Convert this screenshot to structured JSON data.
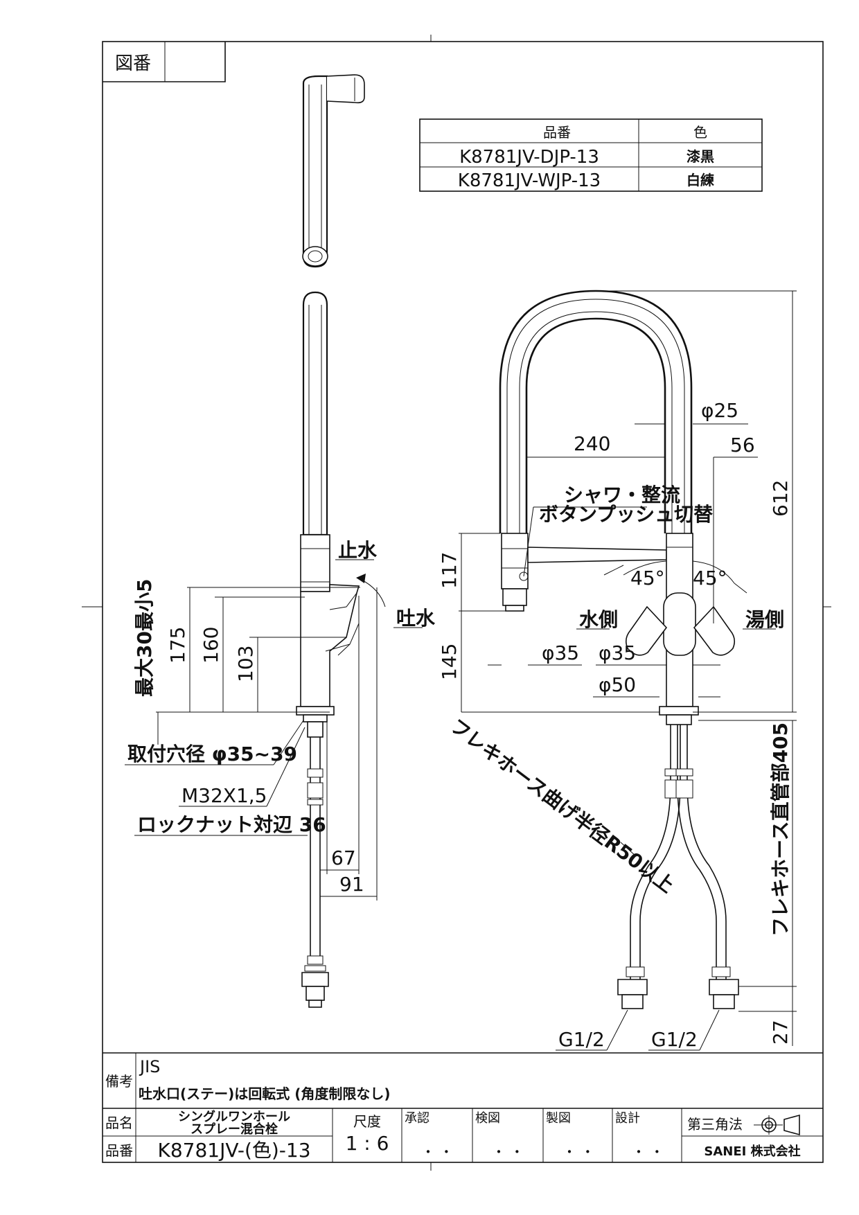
{
  "header": {
    "drawing_no_label": "図番",
    "drawing_no_value": ""
  },
  "spec_table": {
    "col_part": "品番",
    "col_color": "色",
    "rows": [
      {
        "part": "K8781JV-DJP-13",
        "color": "漆黒"
      },
      {
        "part": "K8781JV-WJP-13",
        "color": "白練"
      }
    ]
  },
  "side_view": {
    "stop_label": "止水",
    "spout_label": "吐水",
    "max_min_label": "最大30最小5",
    "dims": {
      "d175": "175",
      "d160": "160",
      "d103": "103",
      "d67": "67",
      "d91": "91"
    },
    "mount_hole": "取付穴径 φ35~39",
    "thread": "M32X1,5",
    "locknut": "ロックナット対辺 36"
  },
  "front_view": {
    "d25": "φ25",
    "d240": "240",
    "d56": "56",
    "d612": "612",
    "shower_note_1": "シャワ・整流",
    "shower_note_2": "ボタンプッシュ切替",
    "d117": "117",
    "d145": "145",
    "angle_left": "45°",
    "angle_right": "45°",
    "cold_label": "水側",
    "hot_label": "湯側",
    "d35a": "φ35",
    "d35b": "φ35",
    "d50": "φ50",
    "hose_bend": "フレキホース曲げ半径R50以上",
    "hose_straight": "フレキホース直管部405",
    "conn_left": "G1/2",
    "conn_right": "G1/2",
    "d27": "27"
  },
  "notes": {
    "label": "備考",
    "line1": "JIS",
    "line2": "吐水口(ステー)は回転式 (角度制限なし)"
  },
  "title_block": {
    "name_label": "品名",
    "name_line1": "シングルワンホール",
    "name_line2": "スプレー混合栓",
    "scale_label": "尺度",
    "scale_value": "1 : 6",
    "approve": "承認",
    "check": "検図",
    "draw": "製図",
    "design": "設計",
    "dots": "・  ・",
    "projection": "第三角法",
    "part_label": "品番",
    "part_value": "K8781JV-(色)-13",
    "company": "SANEI 株式会社"
  }
}
